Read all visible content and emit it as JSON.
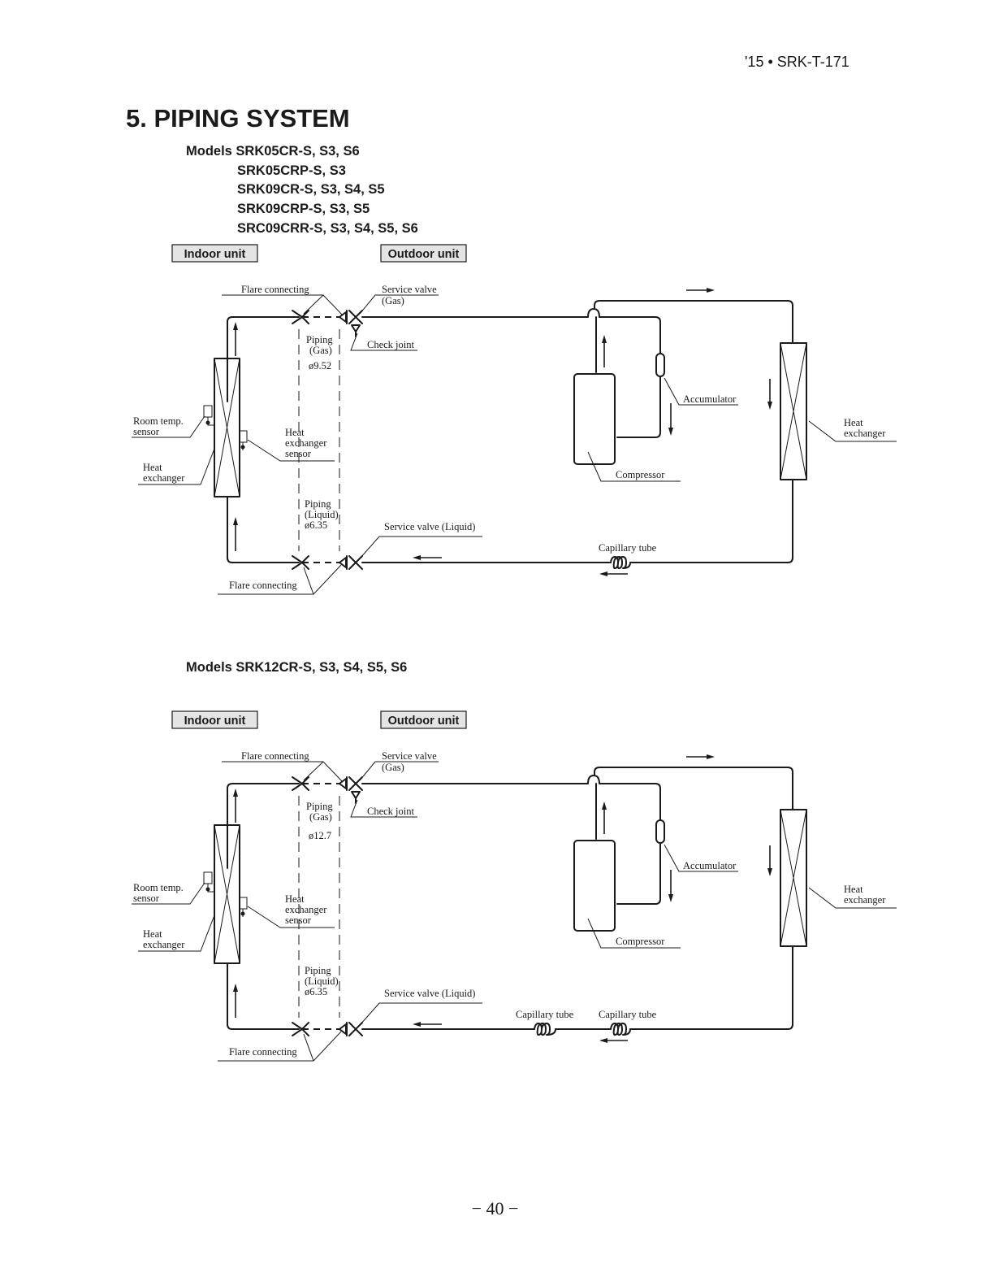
{
  "header": {
    "doc_code": "'15 • SRK-T-171"
  },
  "page_title": "5. PIPING SYSTEM",
  "section1": {
    "models": [
      "Models SRK05CR-S, S3, S6",
      "SRK05CRP-S, S3",
      "SRK09CR-S, S3, S4, S5",
      "SRK09CRP-S, S3, S5",
      "SRC09CRR-S, S3, S4, S5, S6"
    ],
    "indoor_unit": "Indoor unit",
    "outdoor_unit": "Outdoor unit",
    "flare_connecting": "Flare connecting",
    "service_valve_gas": [
      "Service valve",
      "(Gas)"
    ],
    "check_joint": "Check joint",
    "piping_gas": [
      "Piping",
      "(Gas)"
    ],
    "gas_diameter": "ø9.52",
    "room_temp_sensor": [
      "Room temp.",
      "sensor"
    ],
    "heat_exchanger_sensor": [
      "Heat",
      "exchanger",
      "sensor"
    ],
    "indoor_heat_exchanger": [
      "Heat",
      "exchanger"
    ],
    "piping_liquid": [
      "Piping",
      "(Liquid)",
      "ø6.35"
    ],
    "service_valve_liquid": "Service valve (Liquid)",
    "accumulator": "Accumulator",
    "compressor": "Compressor",
    "outdoor_heat_exchanger": [
      "Heat",
      "exchanger"
    ],
    "capillary_tube": "Capillary tube"
  },
  "section2": {
    "models": [
      "Models SRK12CR-S, S3, S4, S5, S6"
    ],
    "indoor_unit": "Indoor unit",
    "outdoor_unit": "Outdoor unit",
    "flare_connecting": "Flare connecting",
    "service_valve_gas": [
      "Service valve",
      "(Gas)"
    ],
    "check_joint": "Check joint",
    "piping_gas": [
      "Piping",
      "(Gas)"
    ],
    "gas_diameter": "ø12.7",
    "room_temp_sensor": [
      "Room temp.",
      "sensor"
    ],
    "heat_exchanger_sensor": [
      "Heat",
      "exchanger",
      "sensor"
    ],
    "indoor_heat_exchanger": [
      "Heat",
      "exchanger"
    ],
    "piping_liquid": [
      "Piping",
      "(Liquid)",
      "ø6.35"
    ],
    "service_valve_liquid": "Service valve (Liquid)",
    "accumulator": "Accumulator",
    "compressor": "Compressor",
    "outdoor_heat_exchanger": [
      "Heat",
      "exchanger"
    ],
    "capillary_tube": "Capillary tube",
    "capillary_tube_2": "Capillary tube"
  },
  "page_number": "− 40 −"
}
